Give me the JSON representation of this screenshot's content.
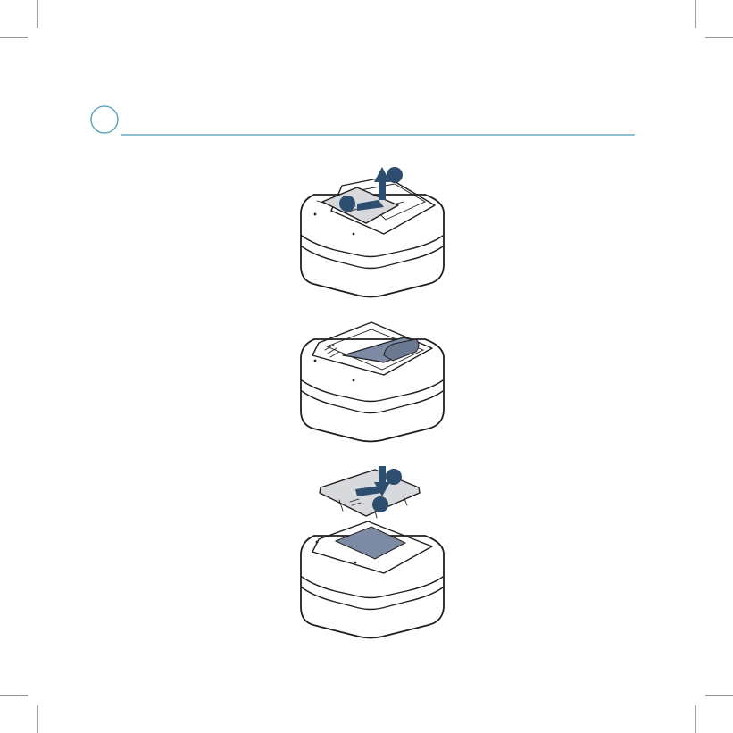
{
  "colors": {
    "accent": "#4a9bb8",
    "arrow": "#2d4e6e",
    "cover": "#d7d9dc",
    "battery": "#7c8aa3",
    "outline": "#1f1f1f"
  },
  "section": {
    "step_marker": "",
    "divider": "accent-rule"
  },
  "steps": [
    {
      "id": "remove-cover",
      "arrows": [
        "arrow-slide",
        "arrow-lift"
      ]
    },
    {
      "id": "insert-battery",
      "arrows": []
    },
    {
      "id": "replace-cover",
      "arrows": [
        "arrow-lower",
        "arrow-slide-back"
      ]
    }
  ]
}
